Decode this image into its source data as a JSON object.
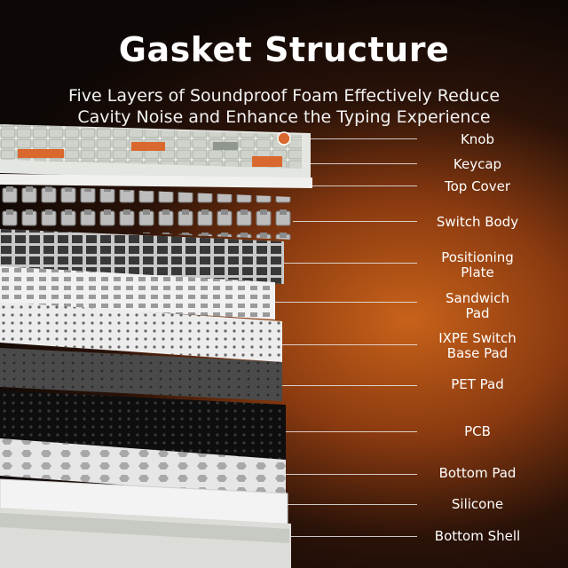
{
  "title": "Gasket Structure",
  "subtitle_line1": "Five Layers of Soundproof Foam Effectively Reduce",
  "subtitle_line2": "Cavity Noise and Enhance the Typing Experience",
  "labels": [
    {
      "text": "Knob"
    },
    {
      "text": "Keycap"
    },
    {
      "text": "Top Cover"
    },
    {
      "text": "Switch Body"
    },
    {
      "text": "Positioning\nPlate"
    },
    {
      "text": "Sandwich\nPad"
    },
    {
      "text": "IXPE Switch\nBase Pad"
    },
    {
      "text": "PET Pad"
    },
    {
      "text": "PCB"
    },
    {
      "text": "Bottom Pad"
    },
    {
      "text": "Silicone"
    },
    {
      "text": "Bottom Shell"
    }
  ],
  "colors": {
    "keycap_orange": "#d9682e",
    "keycap_grey": "#8f978f",
    "keycap_light": "#cfd3cc",
    "plate_dark": "#3c3c3c",
    "pcb_black": "#111111"
  }
}
